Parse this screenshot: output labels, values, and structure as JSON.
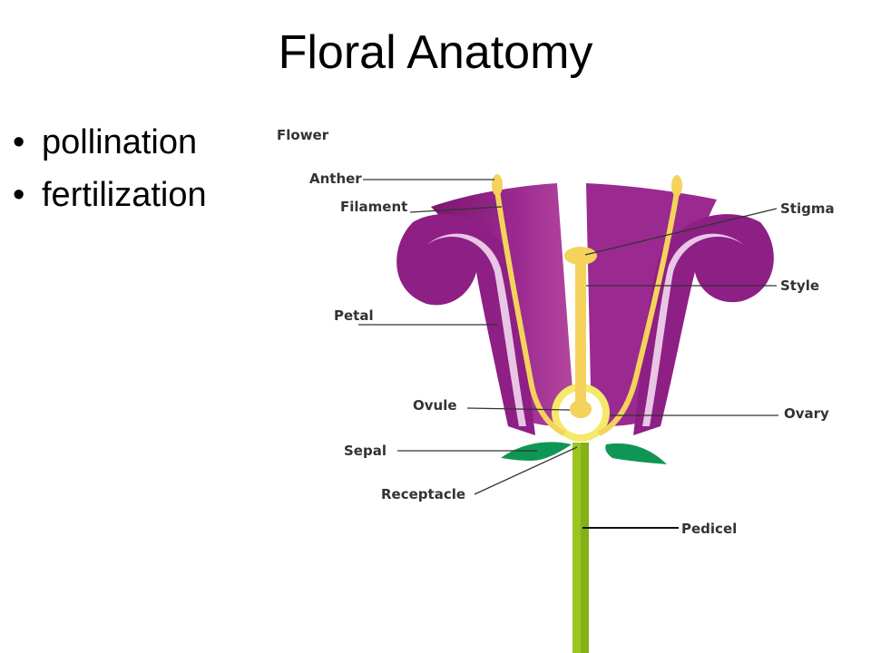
{
  "slide": {
    "title": "Floral Anatomy",
    "bullets": [
      "pollination",
      "fertilization"
    ]
  },
  "diagram": {
    "heading": "Flower",
    "labels": {
      "anther": "Anther",
      "filament": "Filament",
      "petal": "Petal",
      "ovule": "Ovule",
      "sepal": "Sepal",
      "receptacle": "Receptacle",
      "stigma": "Stigma",
      "style": "Style",
      "ovary": "Ovary",
      "pedicel": "Pedicel"
    },
    "colors": {
      "petal": "#8e1f84",
      "petal_light": "#c45bbd",
      "anther": "#f4d25c",
      "sepal": "#0f9655",
      "stem": "#9ac520",
      "leader": "#333333"
    }
  }
}
